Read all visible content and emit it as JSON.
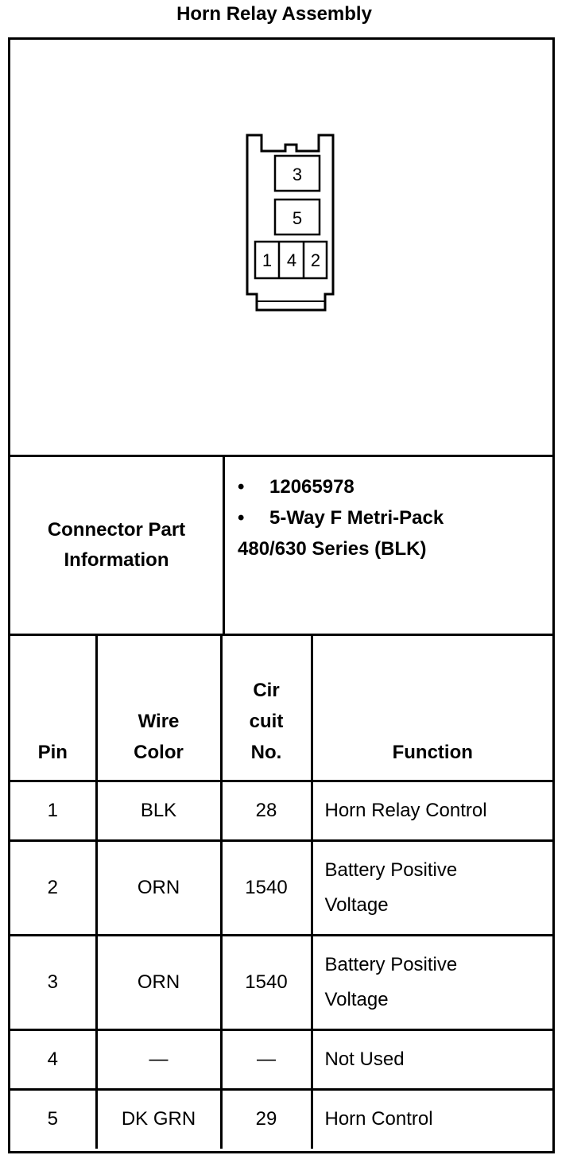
{
  "title": "Horn Relay Assembly",
  "connector": {
    "cavities": [
      "3",
      "5",
      "1",
      "4",
      "2"
    ]
  },
  "connector_info": {
    "label_line1": "Connector Part",
    "label_line2": "Information",
    "bullet": "•",
    "part_number": "12065978",
    "description_line1": "5-Way F Metri-Pack",
    "description_line2": "480/630 Series (BLK)"
  },
  "table": {
    "headers": {
      "pin": "Pin",
      "wire_color_line1": "Wire",
      "wire_color_line2": "Color",
      "circuit_line1": "Cir",
      "circuit_line2": "cuit",
      "circuit_line3": "No.",
      "function": "Function"
    },
    "rows": [
      {
        "pin": "1",
        "color": "BLK",
        "circuit": "28",
        "function_line1": "Horn Relay Control",
        "function_line2": ""
      },
      {
        "pin": "2",
        "color": "ORN",
        "circuit": "1540",
        "function_line1": "Battery Positive",
        "function_line2": "Voltage"
      },
      {
        "pin": "3",
        "color": "ORN",
        "circuit": "1540",
        "function_line1": "Battery Positive",
        "function_line2": "Voltage"
      },
      {
        "pin": "4",
        "color": "—",
        "circuit": "—",
        "function_line1": "Not Used",
        "function_line2": ""
      },
      {
        "pin": "5",
        "color": "DK GRN",
        "circuit": "29",
        "function_line1": "Horn Control",
        "function_line2": ""
      }
    ]
  }
}
